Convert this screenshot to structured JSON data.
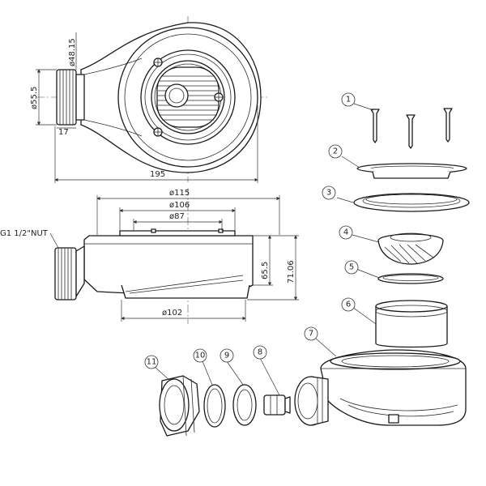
{
  "dimensions": {
    "d48_15": "ø48.15",
    "d55_5": "ø55.5",
    "d17": "17",
    "d195": "195",
    "d115": "ø115",
    "d106": "ø106",
    "d87": "ø87",
    "d102": "ø102",
    "d65_5": "65.5",
    "d71_06": "71.06",
    "nut": "G1 1/2\"NUT"
  },
  "callouts": {
    "c1": "1",
    "c2": "2",
    "c3": "3",
    "c4": "4",
    "c5": "5",
    "c6": "6",
    "c7": "7",
    "c8": "8",
    "c9": "9",
    "c10": "10",
    "c11": "11"
  }
}
